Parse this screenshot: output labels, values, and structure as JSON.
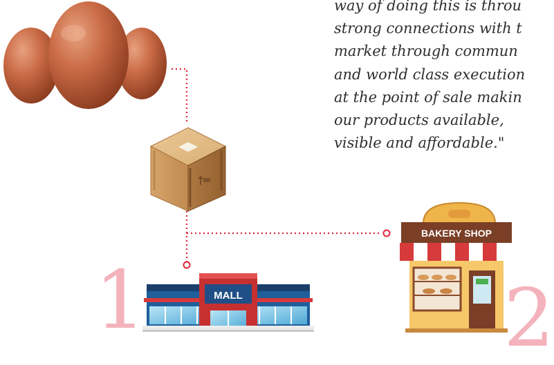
{
  "quote": {
    "lines": [
      "way of doing this is throu",
      "strong connections with t",
      "market through commun",
      "and world class execution",
      "at the point of sale makin",
      "our products available,",
      "visible and affordable.\""
    ]
  },
  "steps": {
    "one": "1",
    "two": "2"
  },
  "mall": {
    "sign": "MALL"
  },
  "bakery": {
    "sign": "BAKERY SHOP"
  },
  "colors": {
    "connector": "#e0243a",
    "step_number": "#f4b3bc",
    "quote_text": "#2e2e2e"
  }
}
